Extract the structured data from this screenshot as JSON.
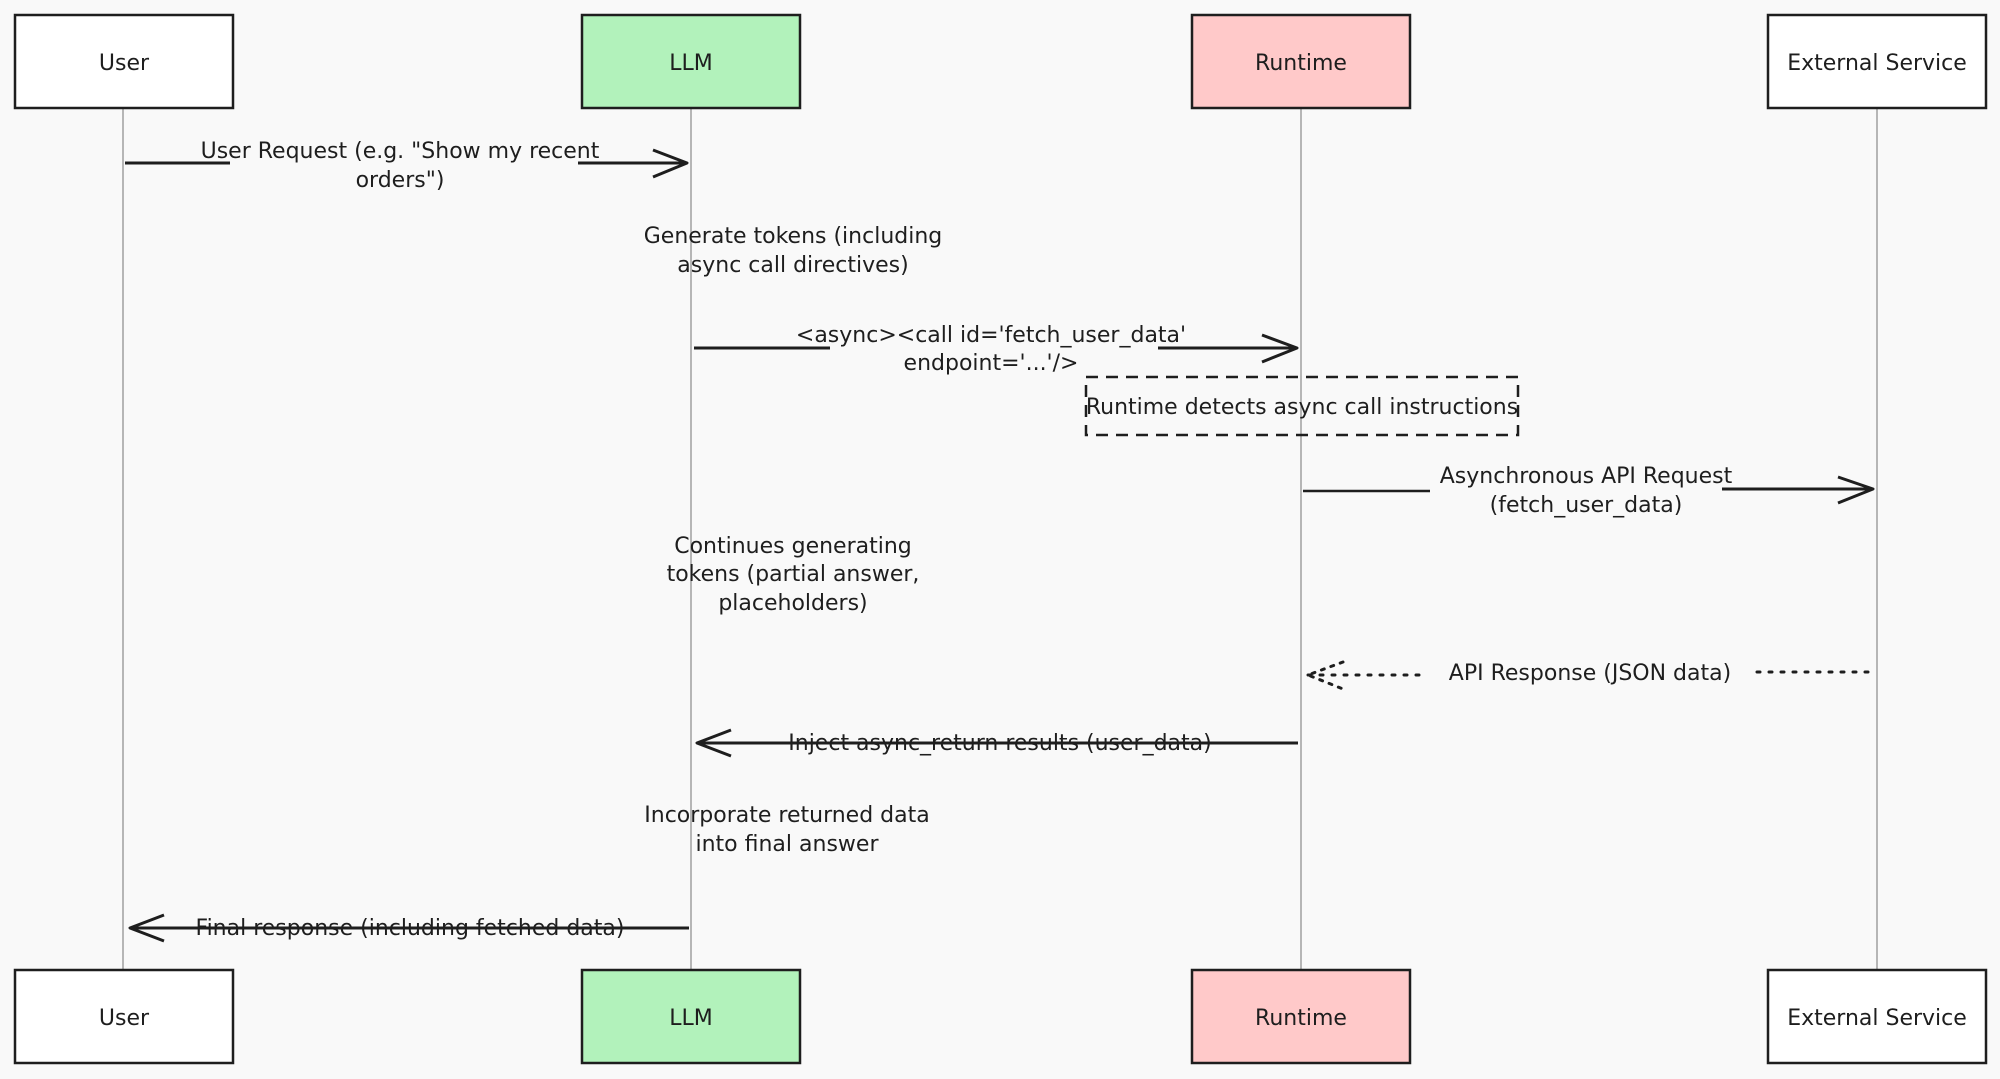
{
  "participants": [
    {
      "id": "user",
      "label": "User",
      "fill": "#ffffff"
    },
    {
      "id": "llm",
      "label": "LLM",
      "fill": "#b2f2bb"
    },
    {
      "id": "runtime",
      "label": "Runtime",
      "fill": "#ffc9c9"
    },
    {
      "id": "external",
      "label": "External Service",
      "fill": "#ffffff"
    }
  ],
  "messages": [
    {
      "lines": [
        "User Request (e.g. \"Show my recent",
        "orders\")"
      ]
    },
    {
      "lines": [
        "Generate tokens (including",
        "async call directives)"
      ]
    },
    {
      "lines": [
        "<async><call id='fetch_user_data'",
        "endpoint='...'/>"
      ]
    },
    {
      "lines": [
        "Runtime detects async call instructions"
      ]
    },
    {
      "lines": [
        "Asynchronous API Request",
        "(fetch_user_data)"
      ]
    },
    {
      "lines": [
        "Continues generating",
        "tokens (partial answer,",
        "placeholders)"
      ]
    },
    {
      "lines": [
        "API Response (JSON data)"
      ]
    },
    {
      "lines": [
        "Inject async_return results (user_data)"
      ]
    },
    {
      "lines": [
        "Incorporate returned data",
        "into final answer"
      ]
    },
    {
      "lines": [
        "Final response (including fetched data)"
      ]
    }
  ],
  "colors": {
    "stroke": "#1e1e1e",
    "lifeline": "#a0a0a0",
    "background": "#f9f9f9",
    "llm": "#b2f2bb",
    "runtime": "#ffc9c9"
  }
}
